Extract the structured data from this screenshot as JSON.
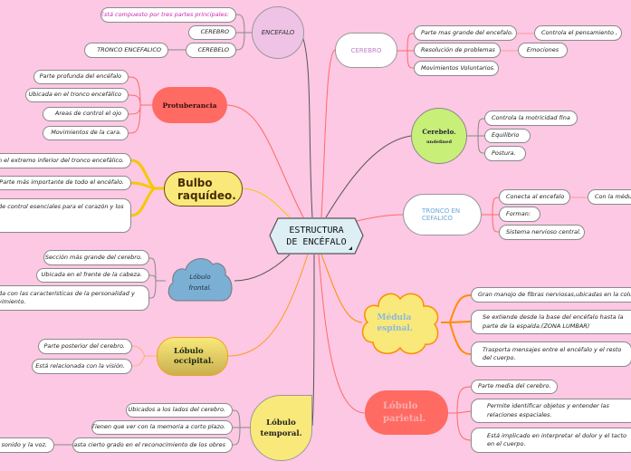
{
  "center": {
    "title": "ESTRUCTURA DE ENCÉFALO"
  },
  "encefalo": {
    "label": "ENCEFALO",
    "leaves": [
      "Está compuesto por tres partes principales:",
      "CEREBRO",
      "CEREBELO"
    ],
    "sub": "TRONCO ENCEFALICO"
  },
  "protuberancia": {
    "label": "Protuberancia",
    "leaves": [
      "Parte profunda del encéfalo",
      "Ubicada en el tronco encefálico",
      "Areas de control el ojo",
      "Movimientos de la cara."
    ]
  },
  "bulbo": {
    "label": "Bulbo raquídeo.",
    "leaves": [
      "a en el extremo inferior del tronco encefálico.",
      "Parte más importante de todo el encéfalo.",
      "de control esenciales para el corazón y los"
    ]
  },
  "frontal": {
    "label": "Lóbulo frontal.",
    "leaves": [
      "Sección más grande del cerebro.",
      "Ubicada en el frente de la cabeza.",
      "da con las características de la personalidad y\nvimiento."
    ]
  },
  "occipital": {
    "label": "Lóbulo occipital.",
    "leaves": [
      "Parte posterior del cerebro.",
      "Está relacionada con la visión."
    ]
  },
  "temporal": {
    "label": "Lóbulo temporal.",
    "leaves": [
      "Ubicados a los lados del cerebro.",
      "Tienen que ver con la memoria a corto plazo.",
      "Hasta cierto grado en el reconocimiento de los obres"
    ],
    "sub": "l sonido y la voz."
  },
  "cerebro": {
    "label": "CEREBRO",
    "leaves": [
      "Parte mas grande del encefalo.",
      "Resolución de problemas",
      "Movimientos Voluntarios."
    ],
    "subs": [
      "Controla el pensamiento ,",
      "Emociones"
    ]
  },
  "cerebelo": {
    "label": "Cerebelo.",
    "sublabel": "undefined",
    "leaves": [
      "Controla la motricidad fina",
      "Equilibrio",
      "Postura."
    ]
  },
  "tronco": {
    "label": "TRONCO ENCEFALICO",
    "leaves": [
      "Conecta al encefalo",
      "Forman:",
      "Sistema nervioso central."
    ],
    "sub": "Con la médu"
  },
  "medula": {
    "label": "Médula espinal.",
    "leaves": [
      "Gran manojo de fibras nerviosas,ubicadas en la columna",
      "Se extiende desde la base del encéfalo hasta la parte de la espalda.(ZONA LUMBAR)",
      " Trasporta mensajes entre el encéfalo y el resto del cuerpo."
    ]
  },
  "parietal": {
    "label": "Lóbulo parietal.",
    "leaves": [
      "Parte media del cerebro.",
      "Permite identificar objetos y entender las relaciones espaciales.",
      "Está implicado en interpretar el dolor y el tacto en el cuerpo."
    ]
  },
  "colors": {
    "background": "#fcc8e4",
    "red": "#ff6a63",
    "yellow": "#f9e97a",
    "blue": "#7bafd4",
    "green": "#c8ef78",
    "orange": "#ff8c00"
  }
}
